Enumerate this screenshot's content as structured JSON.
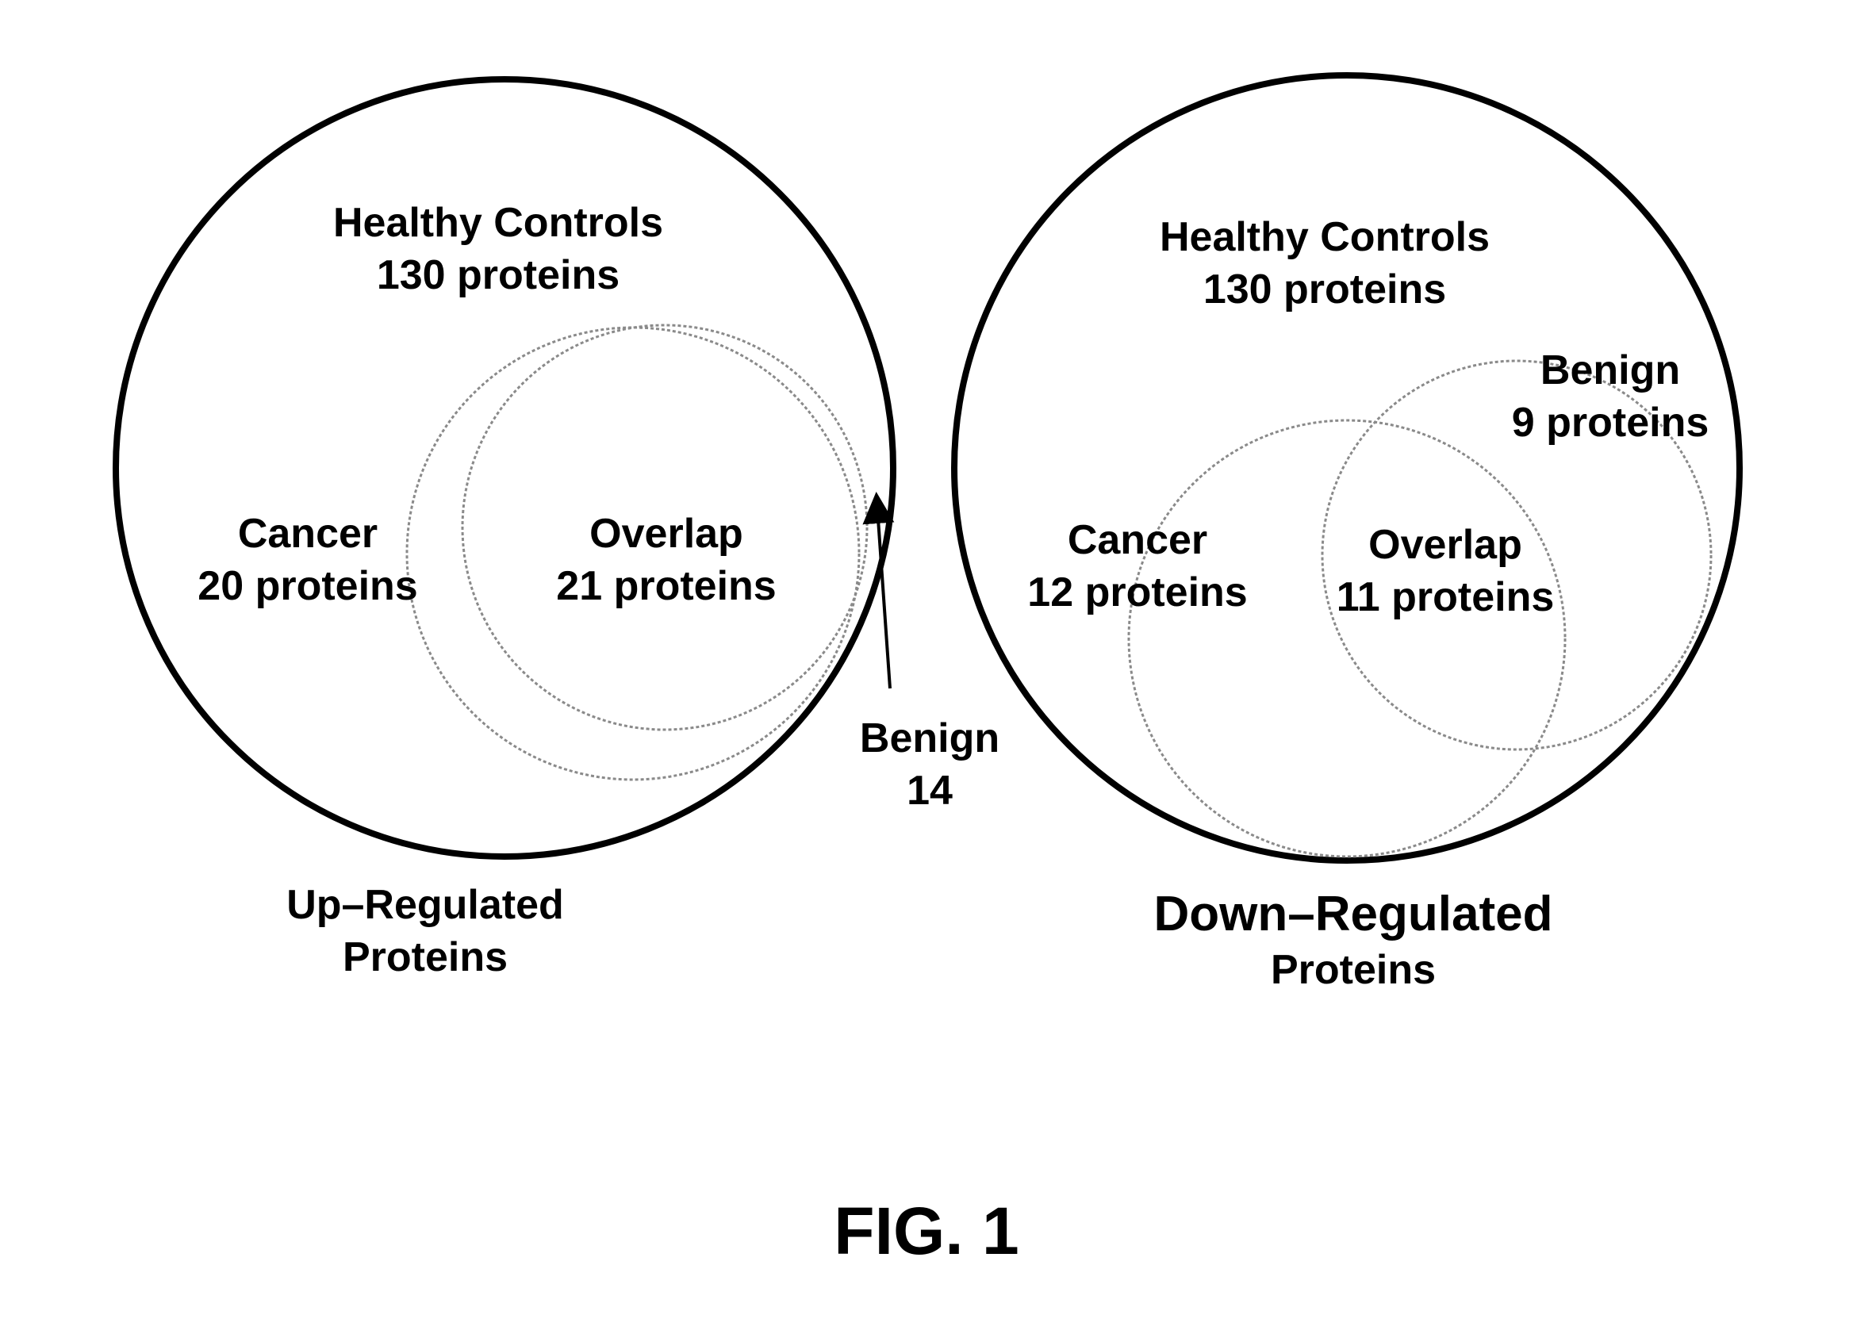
{
  "figure": {
    "caption": "FIG. 1",
    "panels": [
      {
        "id": "up",
        "title_line1": "Up–Regulated",
        "title_line2": "Proteins",
        "healthy": {
          "name": "Healthy Controls",
          "count": "130 proteins"
        },
        "cancer": {
          "name": "Cancer",
          "count": "20 proteins"
        },
        "overlap": {
          "name": "Overlap",
          "count": "21 proteins"
        },
        "benign": {
          "name": "Benign",
          "count": "14"
        }
      },
      {
        "id": "down",
        "title_line1": "Down–Regulated",
        "title_line2": "Proteins",
        "healthy": {
          "name": "Healthy Controls",
          "count": "130 proteins"
        },
        "cancer": {
          "name": "Cancer",
          "count": "12 proteins"
        },
        "overlap": {
          "name": "Overlap",
          "count": "11 proteins"
        },
        "benign": {
          "name": "Benign",
          "count": "9 proteins"
        }
      }
    ]
  },
  "colors": {
    "outer_circle": "#000000",
    "inner_circle": "#8a8a8a",
    "text": "#000000",
    "background": "#ffffff"
  }
}
